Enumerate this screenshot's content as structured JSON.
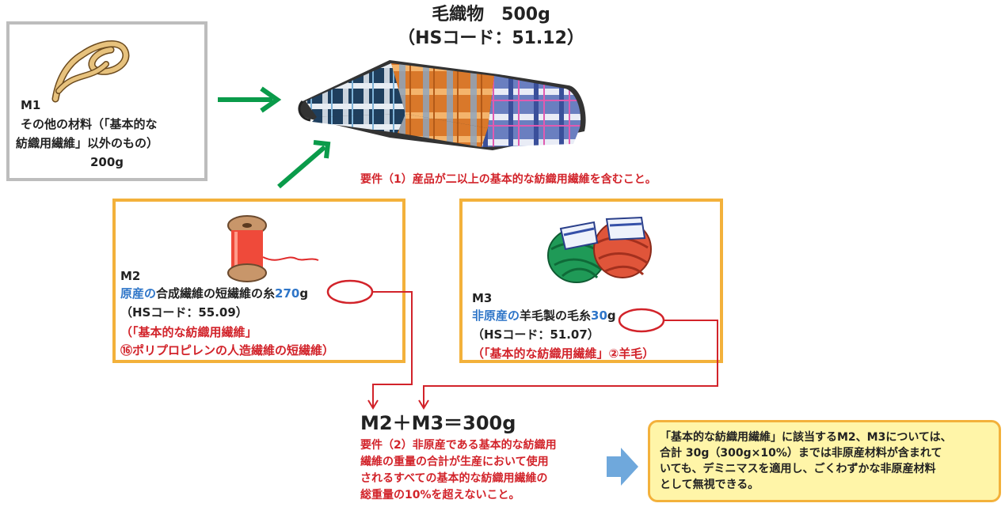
{
  "product": {
    "name": "毛織物　500g",
    "hs_code": "（HSコード：51.12）"
  },
  "m1": {
    "id": "M1",
    "line1": "その他の材料（「基本的な",
    "line2": "紡織用繊維」以外のもの）",
    "weight": "200g"
  },
  "requirement1": "要件（1）産品が二以上の基本的な紡織用繊維を含むこと。",
  "m2": {
    "id": "M2",
    "origin_label": "原産の",
    "desc": "合成繊維の短繊維の糸",
    "weight_value": "270",
    "weight_unit": "g",
    "hs_code": "（HSコード：55.09）",
    "class_line1": "（「基本的な紡織用繊維」",
    "class_line2": "⑯ポリプロピレンの人造繊維の短繊維）"
  },
  "m3": {
    "id": "M3",
    "origin_label": "非原産の",
    "desc": "羊毛製の毛糸",
    "weight_value": "30",
    "weight_unit": "g",
    "hs_code": "（HSコード：51.07）",
    "class_line1": "（「基本的な紡織用繊維」②羊毛）"
  },
  "sum": "M2＋M3＝300g",
  "requirement2": {
    "line1": "要件（2）非原産である基本的な紡織用",
    "line2": "繊維の重量の合計が生産において使用",
    "line3": "されるすべての基本的な紡織用繊維の",
    "line4": "総重量の10%を超えないこと。"
  },
  "note": {
    "line1": "「基本的な紡織用繊維」に該当するM2、M3については、",
    "line2": "合計 30g（300g×10%）までは非原産材料が含まれて",
    "line3": "いても、デミニマスを適用し、ごくわずかな非原産材料",
    "line4": "として無視できる。"
  },
  "colors": {
    "red": "#d2232a",
    "blue": "#2e75c8",
    "green_arrow": "#0a9b4a",
    "orange_border": "#f3b13b",
    "gray_border": "#bdbdbd",
    "note_bg": "#fff5a8",
    "note_arrow": "#6fa8dc"
  },
  "icons": [
    "rope-icon",
    "fabric-icon",
    "thread-spool-icon",
    "yarn-balls-icon"
  ]
}
